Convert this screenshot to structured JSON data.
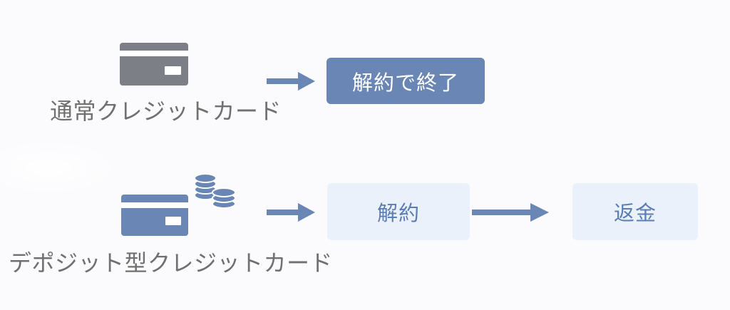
{
  "colors": {
    "background": "#fbfbfd",
    "gray_icon": "#7c7f86",
    "blue_icon": "#6a86b5",
    "arrow": "#6a86b5",
    "box_solid": "#6a86b5",
    "box_light": "#eaf1fb",
    "box_light_text": "#5b7db3",
    "label_text": "#707070"
  },
  "icons": {
    "regular_card": "credit-card-icon",
    "deposit_card": "credit-card-icon",
    "coins": "coin-stack-icon"
  },
  "row1": {
    "label": "通常クレジットカード",
    "result": "解約で終了"
  },
  "row2": {
    "label": "デポジット型クレジットカード",
    "step1": "解約",
    "step2": "返金"
  }
}
